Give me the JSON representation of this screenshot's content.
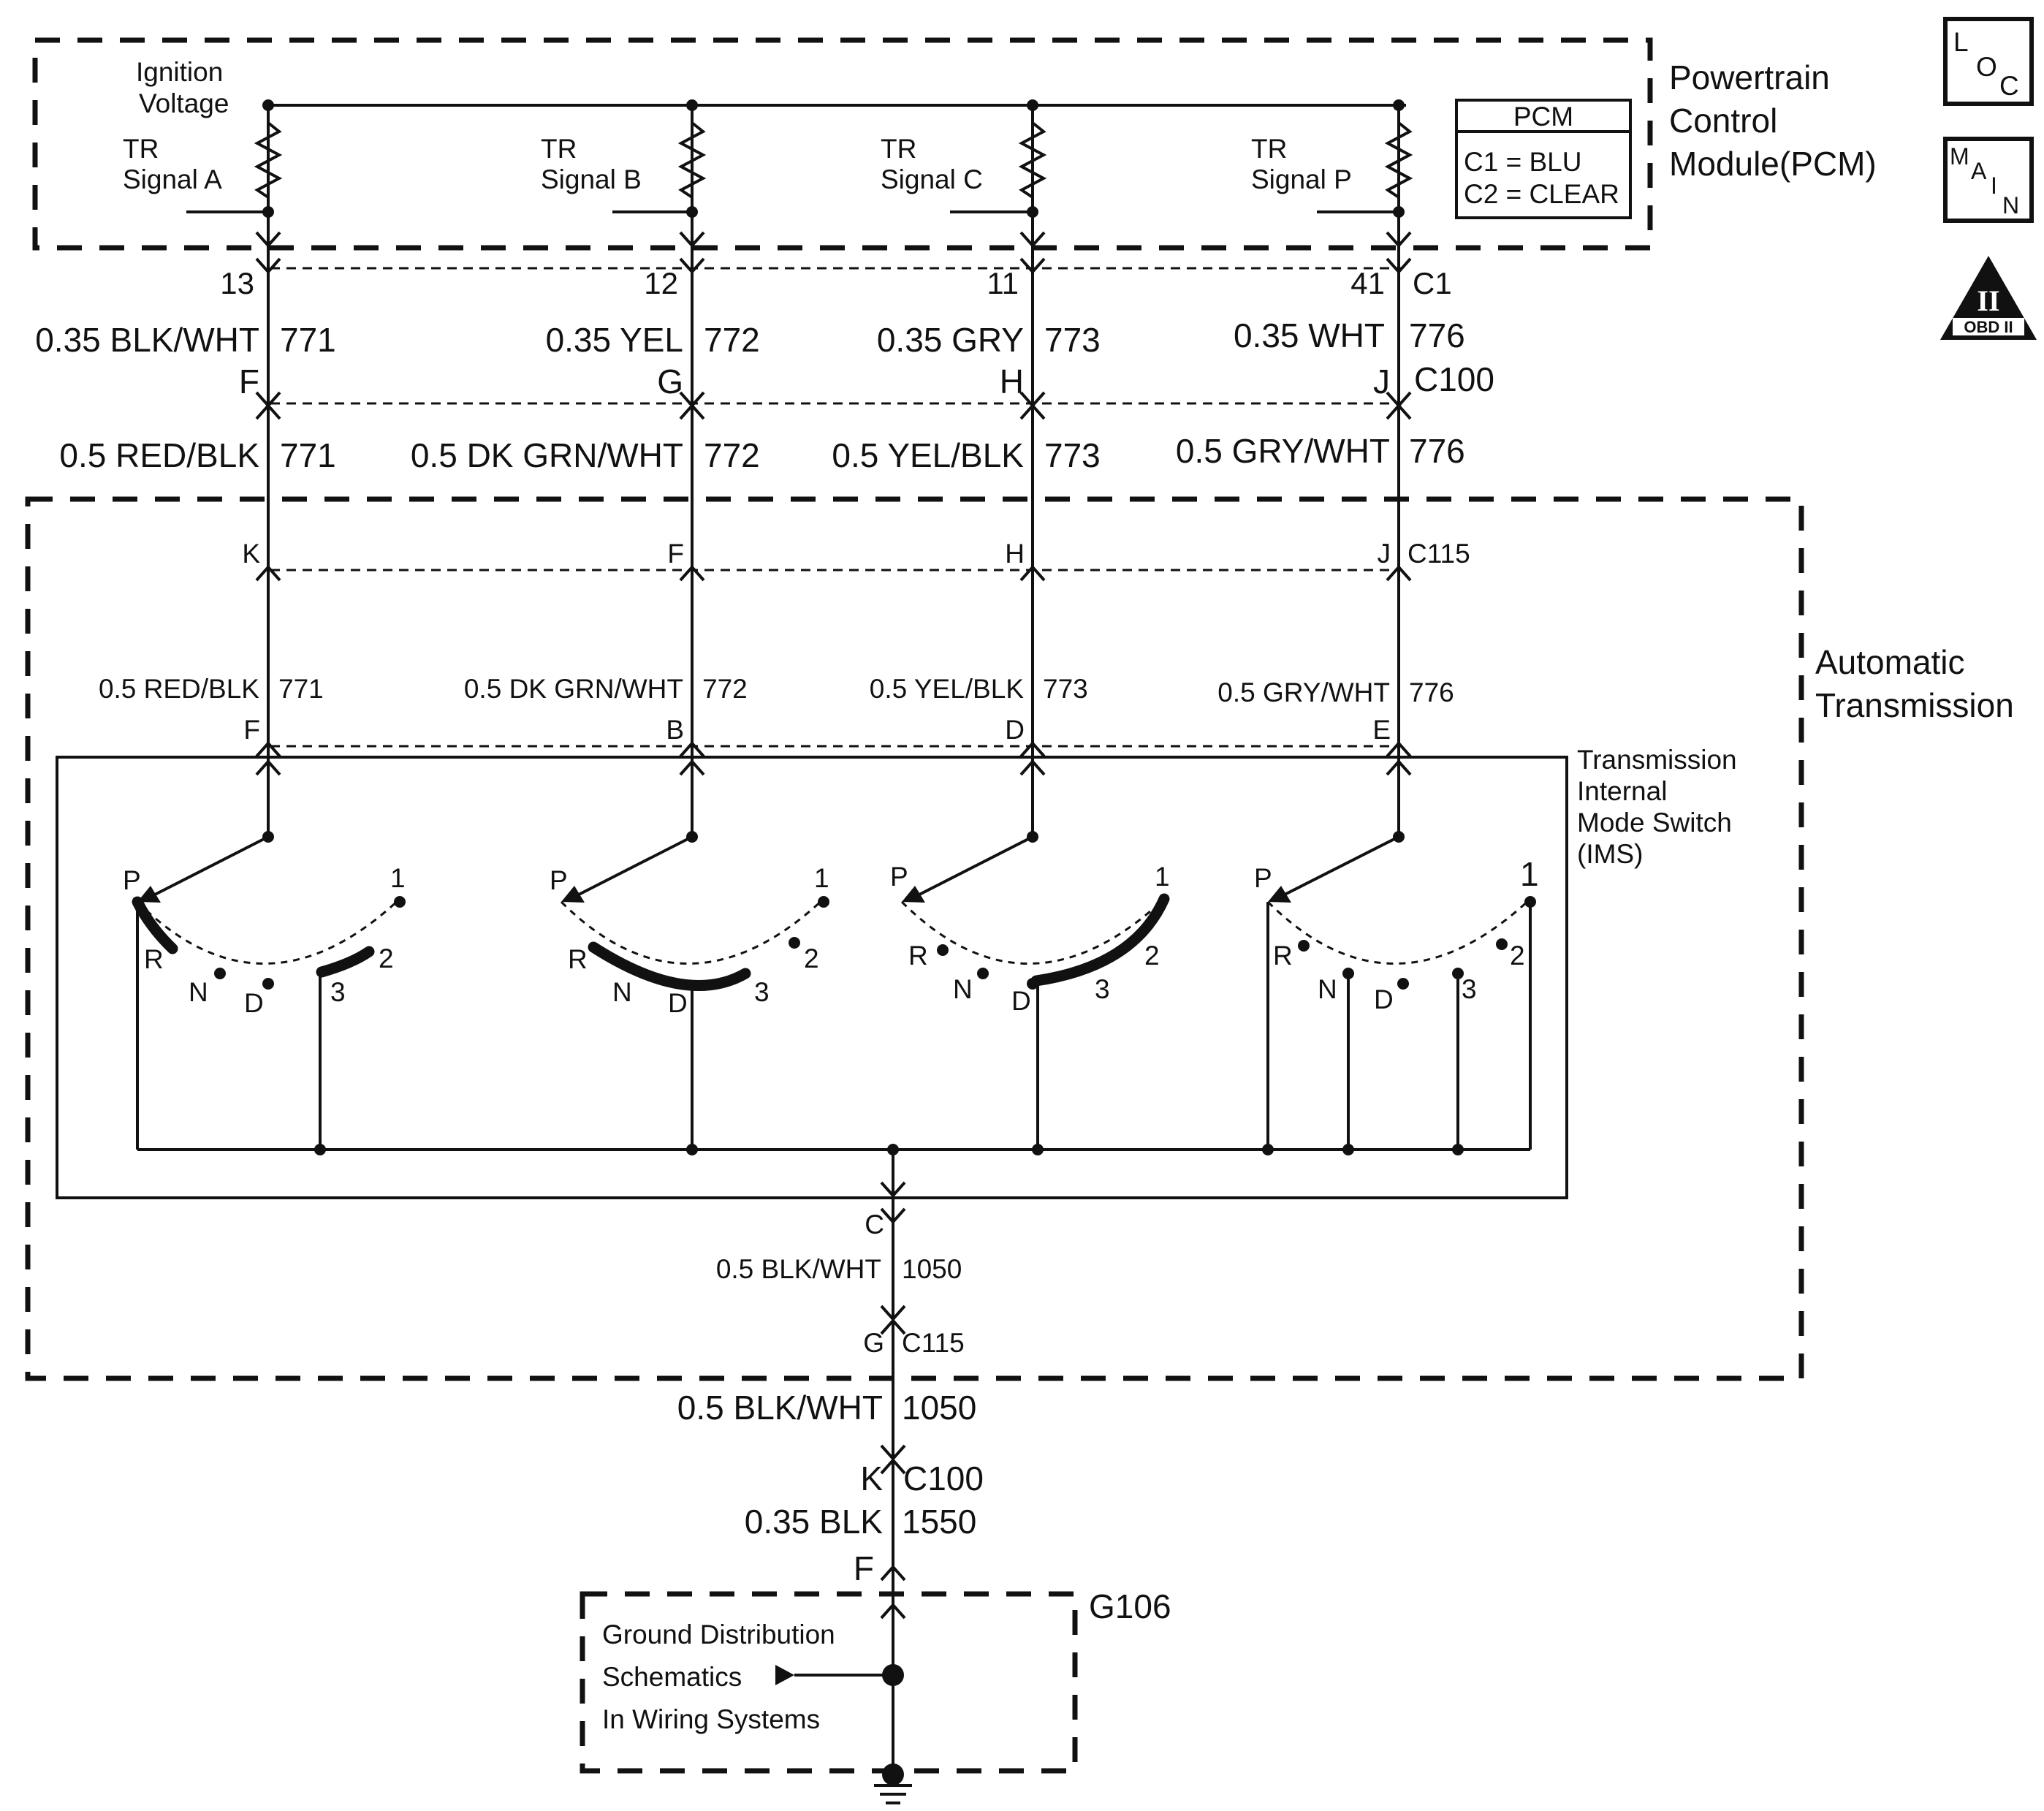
{
  "pcm": {
    "title_lines": [
      "Powertrain",
      "Control",
      "Module(PCM)"
    ],
    "ignition_lines": [
      "Ignition",
      "Voltage"
    ],
    "box_title": "PCM",
    "box_lines": [
      "C1 = BLU",
      "C2 = CLEAR"
    ]
  },
  "icons": {
    "loc": "LOC",
    "main": "MAIN",
    "obd_numeral": "II",
    "obd_label": "OBD II"
  },
  "circuits": [
    {
      "tr_lines": [
        "TR",
        "Signal A"
      ],
      "pcm_pin": "13",
      "pcm_connector": "",
      "upper_wire": "0.35 BLK/WHT",
      "upper_num": "771",
      "c100_pin": "F",
      "c100_connector": "",
      "mid_wire": "0.5 RED/BLK",
      "mid_num": "771",
      "c115_pin": "K",
      "c115_connector": "",
      "lower_wire": "0.5 RED/BLK",
      "lower_num": "771",
      "ims_pin": "F",
      "arc_labels": [
        "P",
        "R",
        "N",
        "D",
        "3",
        "2",
        "1"
      ]
    },
    {
      "tr_lines": [
        "TR",
        "Signal B"
      ],
      "pcm_pin": "12",
      "pcm_connector": "",
      "upper_wire": "0.35 YEL",
      "upper_num": "772",
      "c100_pin": "G",
      "c100_connector": "",
      "mid_wire": "0.5 DK GRN/WHT",
      "mid_num": "772",
      "c115_pin": "F",
      "c115_connector": "",
      "lower_wire": "0.5 DK GRN/WHT",
      "lower_num": "772",
      "ims_pin": "B",
      "arc_labels": [
        "P",
        "R",
        "N",
        "D",
        "3",
        "2",
        "1"
      ]
    },
    {
      "tr_lines": [
        "TR",
        "Signal C"
      ],
      "pcm_pin": "11",
      "pcm_connector": "",
      "upper_wire": "0.35 GRY",
      "upper_num": "773",
      "c100_pin": "H",
      "c100_connector": "",
      "mid_wire": "0.5 YEL/BLK",
      "mid_num": "773",
      "c115_pin": "H",
      "c115_connector": "",
      "lower_wire": "0.5 YEL/BLK",
      "lower_num": "773",
      "ims_pin": "D",
      "arc_labels": [
        "P",
        "R",
        "N",
        "D",
        "3",
        "2",
        "1"
      ]
    },
    {
      "tr_lines": [
        "TR",
        "Signal P"
      ],
      "pcm_pin": "41",
      "pcm_connector": "C1",
      "upper_wire": "0.35 WHT",
      "upper_num": "776",
      "c100_pin": "J",
      "c100_connector": "C100",
      "mid_wire": "0.5 GRY/WHT",
      "mid_num": "776",
      "c115_pin": "J",
      "c115_connector": "C115",
      "lower_wire": "0.5 GRY/WHT",
      "lower_num": "776",
      "ims_pin": "E",
      "arc_labels": [
        "P",
        "R",
        "N",
        "D",
        "3",
        "2",
        "1"
      ]
    }
  ],
  "transmission": {
    "title_lines": [
      "Automatic",
      "Transmission"
    ]
  },
  "ims": {
    "title_lines": [
      "Transmission",
      "Internal",
      "Mode Switch",
      "(IMS)"
    ]
  },
  "ground": {
    "ims_pin": "C",
    "inner_wire": "0.5 BLK/WHT",
    "inner_num": "1050",
    "c115_pin": "G",
    "c115_connector": "C115",
    "outer_wire": "0.5 BLK/WHT",
    "outer_num": "1050",
    "c100_pin": "K",
    "c100_connector": "C100",
    "final_wire": "0.35 BLK",
    "final_num": "1550",
    "final_pin": "F",
    "g_label": "G106",
    "note_lines": [
      "Ground Distribution",
      "Schematics",
      "In Wiring Systems"
    ]
  }
}
